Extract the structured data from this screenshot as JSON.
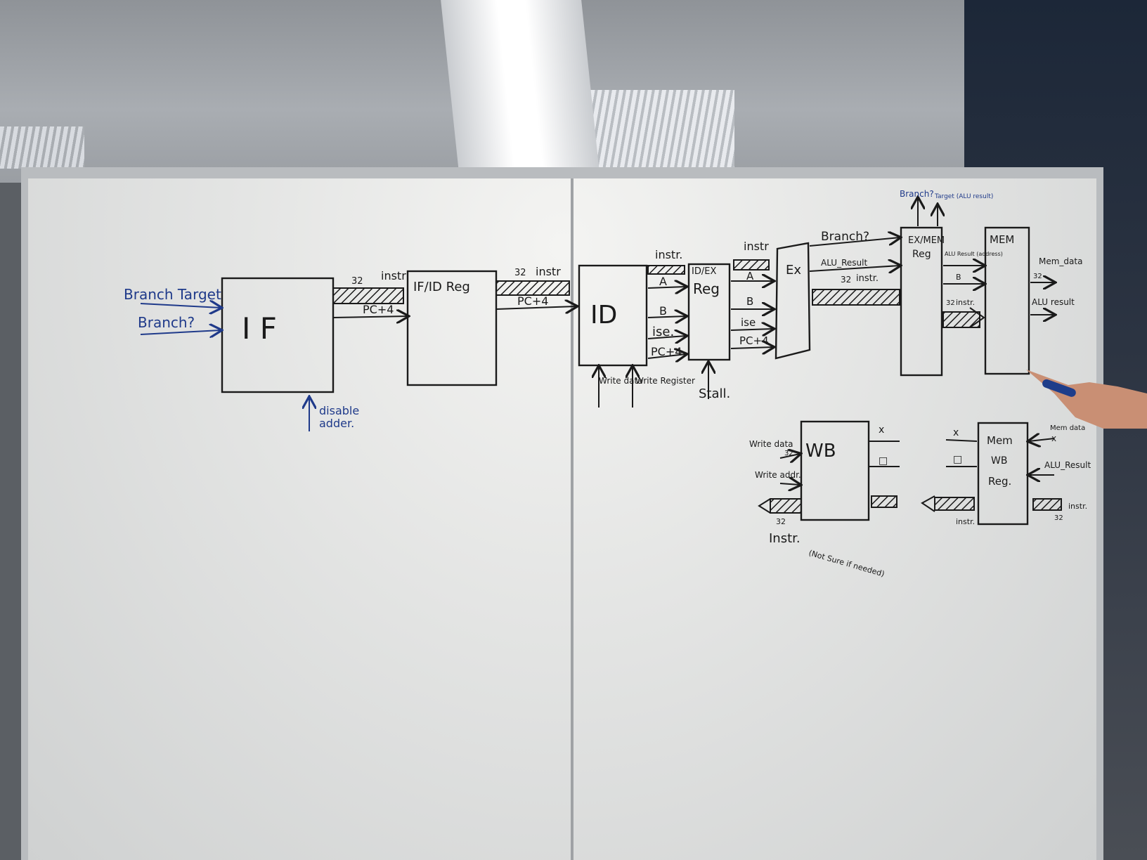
{
  "diagram": {
    "if_inputs": [
      "Branch Target",
      "Branch?"
    ],
    "if_label": "I F",
    "if_bottom": [
      "disable",
      "adder."
    ],
    "if_out_top": [
      "32",
      "instr"
    ],
    "if_out_bottom": "PC+4",
    "ifid_label": "IF/ID Reg",
    "ifid_out_top": [
      "32",
      "instr"
    ],
    "ifid_out_bottom": "PC+4",
    "id_label": "ID",
    "id_bottom": [
      "Write data",
      "Write Register"
    ],
    "id_out": [
      "instr.",
      "A",
      "B",
      "ise.",
      "PC+4"
    ],
    "idex_label": [
      "ID/EX",
      "Reg"
    ],
    "idex_bottom": "Stall.",
    "idex_out": [
      "instr",
      "A",
      "B",
      "ise",
      "PC+4"
    ],
    "ex_label": "Ex",
    "ex_out": [
      "Branch?",
      "ALU_Result",
      "32",
      "instr."
    ],
    "exmem_label": [
      "EX/MEM",
      "Reg"
    ],
    "exmem_top": [
      "Branch?",
      "Target (ALU result)"
    ],
    "exmem_out": [
      "ALU Result (address)",
      "B",
      "32",
      "instr."
    ],
    "mem_label": "MEM",
    "mem_out": [
      "Mem_data",
      "32",
      "ALU result"
    ],
    "wb_label": "WB",
    "wb_left": [
      "Write data",
      "32",
      "Write addr."
    ],
    "wb_right": [
      "x",
      "□"
    ],
    "wb_bottom": [
      "32",
      "Instr.",
      "(Not Sure if needed)"
    ],
    "memwb_label": [
      "Mem",
      "WB",
      "Reg."
    ],
    "memwb_right": [
      "Mem data",
      "x",
      "ALU_Result",
      "instr.",
      "32"
    ],
    "memwb_left": [
      "x",
      "□",
      "instr."
    ]
  }
}
